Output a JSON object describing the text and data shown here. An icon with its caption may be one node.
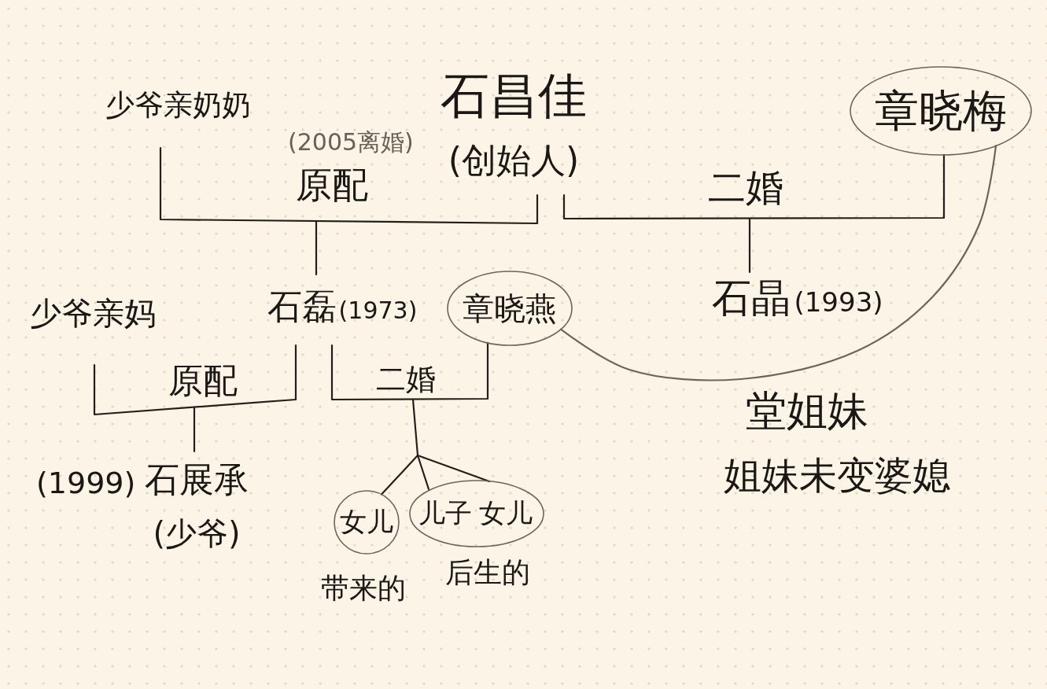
{
  "diagram": {
    "nodes": [
      {
        "text": [
          "少爷亲奶奶"
        ]
      },
      {
        "text": [
          "石昌佳",
          "(创始人)"
        ]
      },
      {
        "text": [
          "章晓梅"
        ]
      },
      {
        "text": [
          "少爷亲妈"
        ]
      },
      {
        "text": [
          "石磊",
          "(1973)"
        ]
      },
      {
        "text": [
          "章晓燕"
        ]
      },
      {
        "text": [
          "石晶",
          "(1993)"
        ]
      },
      {
        "text": [
          "石展承",
          "(少爷)"
        ],
        "beside": [
          "(1999)"
        ]
      },
      {
        "text": [
          "女儿"
        ],
        "beside": [
          "带来的"
        ]
      },
      {
        "text": [],
        "shape": "ellipse",
        "beside": [
          "后生的"
        ]
      },
      {
        "text": [
          "儿子"
        ],
        "in": 9
      },
      {
        "text": [
          "女儿"
        ],
        "in": 9
      }
    ],
    "edges": [
      {
        "from": 0,
        "to": 1,
        "arrow": "none",
        "label": "原配"
      },
      {
        "from": null,
        "to": 4,
        "arrow": "none"
      },
      {
        "from": 1,
        "to": 2,
        "arrow": "none",
        "label": "二婚"
      },
      {
        "from": null,
        "to": 6,
        "arrow": "none"
      },
      {
        "from": 3,
        "to": 4,
        "arrow": "none",
        "label": "原配"
      },
      {
        "from": null,
        "to": 7,
        "arrow": "none"
      },
      {
        "from": 4,
        "to": 5,
        "arrow": "none",
        "label": "二婚"
      },
      {
        "from": null,
        "to": 8,
        "arrow": "none"
      },
      {
        "from": null,
        "to": 10,
        "arrow": "none"
      },
      {
        "from": null,
        "to": 11,
        "arrow": "none"
      },
      {
        "from": 2,
        "to": 5,
        "arrow": "none",
        "color": "#6f645c"
      }
    ],
    "labels": [
      "(2005离婚)",
      "堂姐妹",
      "姐妹未变婆媳"
    ]
  }
}
